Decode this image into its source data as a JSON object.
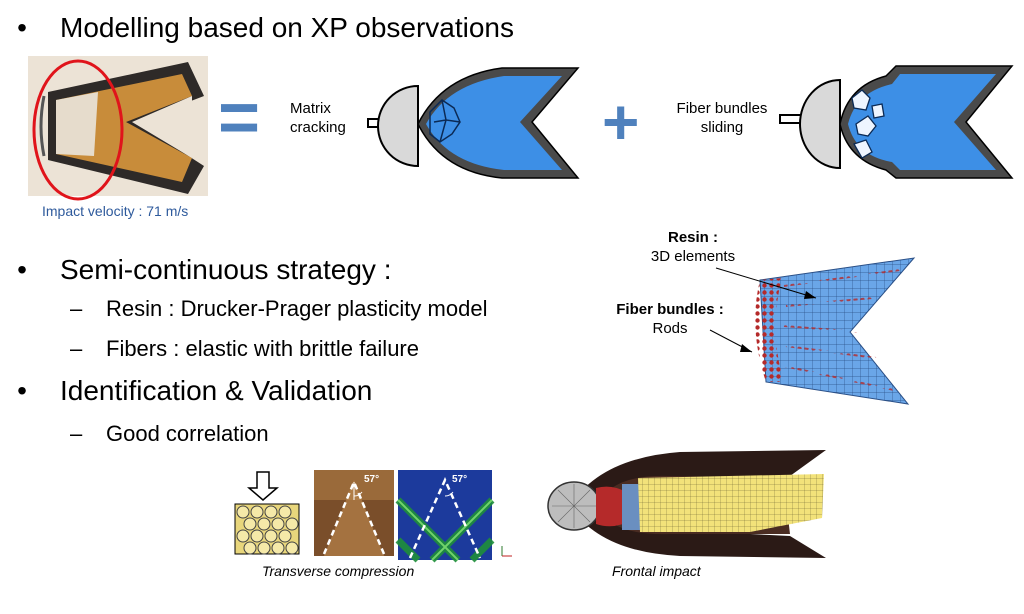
{
  "bullets": {
    "b1": "Modelling based on XP observations",
    "b2": "Semi-continuous strategy :",
    "b3": "Identification & Validation",
    "bullet_symbol": "•",
    "dash_symbol": "–"
  },
  "subs": {
    "s1": "Resin : Drucker-Prager plasticity model",
    "s2": "Fibers : elastic with brittle failure",
    "s3": "Good correlation"
  },
  "observation": {
    "photo_caption": "Impact velocity : 71 m/s",
    "equals_symbol": "=",
    "plus_symbol": "+",
    "matrix_label_1": "Matrix",
    "matrix_label_2": "cracking",
    "fiber_label_1": "Fiber bundles",
    "fiber_label_2": "sliding"
  },
  "mesh": {
    "resin_title": "Resin :",
    "resin_desc": "3D elements",
    "fiber_title": "Fiber bundles :",
    "fiber_desc": "Rods"
  },
  "validation": {
    "angle_1": "57°",
    "angle_2": "57°",
    "caption_transverse": "Transverse compression",
    "caption_frontal": "Frontal impact"
  },
  "colors": {
    "accent_blue": "#4f81bd",
    "fill_blue": "#3d8fe6",
    "resin_orange": "#c88c3a",
    "mesh_red": "#b52a2a",
    "mesh_yellow": "#f2e27a"
  }
}
